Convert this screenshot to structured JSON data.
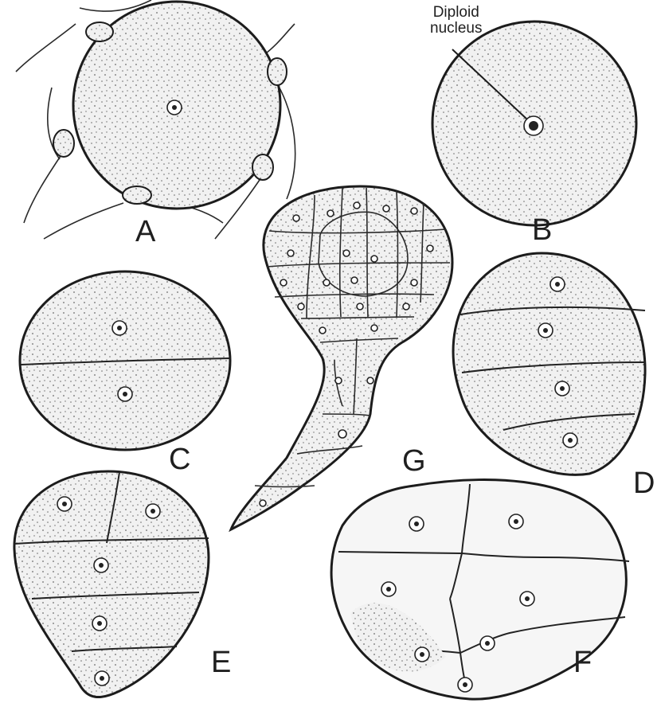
{
  "figure": {
    "callout_line1": "Diploid",
    "callout_line2": "nucleus",
    "labels": {
      "a": "A",
      "b": "B",
      "c": "C",
      "d": "D",
      "e": "E",
      "f": "F",
      "g": "G"
    }
  },
  "colors": {
    "ink": "#1c1c1c",
    "cell_fill": "#f1f1f1",
    "background": "#ffffff"
  }
}
